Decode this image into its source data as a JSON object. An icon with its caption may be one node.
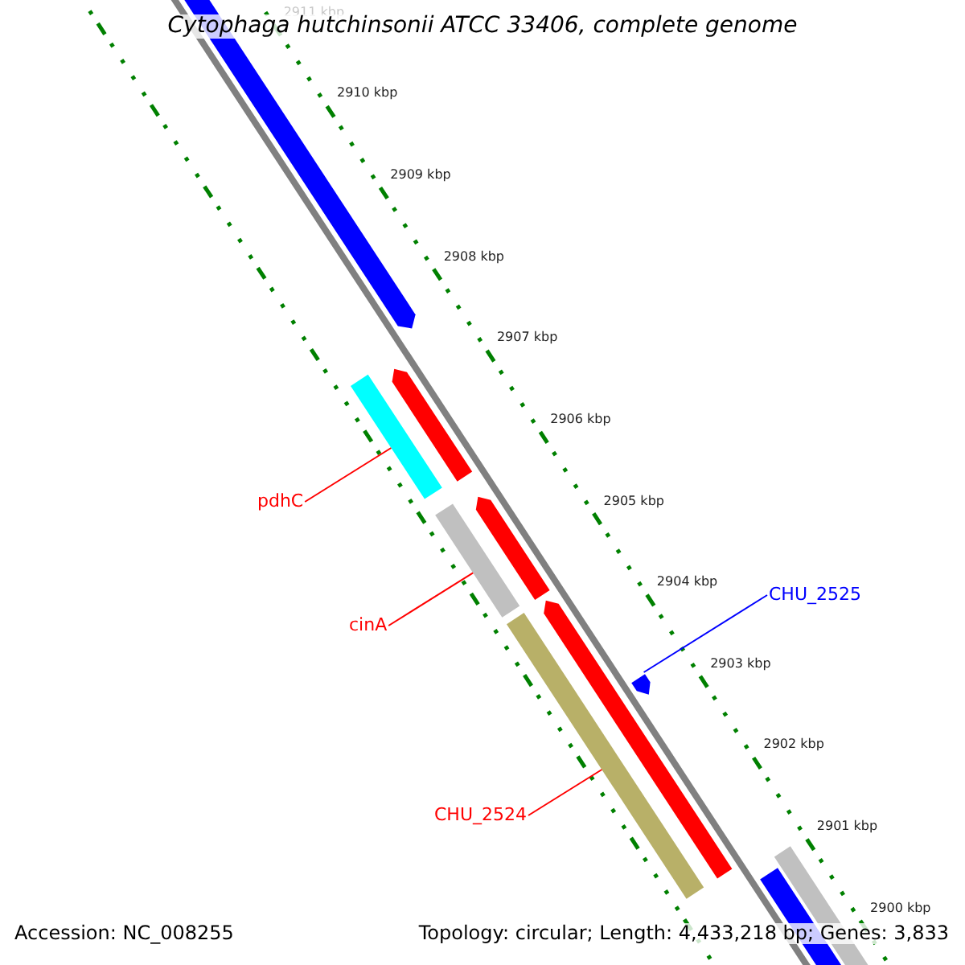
{
  "diagram": {
    "title": "Cytophaga hutchinsonii ATCC 33406, complete genome",
    "nodes": [
      {
        "text": [
          "pdhC"
        ]
      },
      {
        "text": [],
        "shape": "bar"
      },
      {
        "text": [
          "cinA"
        ]
      },
      {
        "text": [],
        "shape": "bar"
      },
      {
        "text": [
          "CHU_2525"
        ]
      },
      {
        "text": [],
        "shape": "arrow"
      },
      {
        "text": [
          "CHU_2524"
        ]
      },
      {
        "text": [],
        "shape": "bar"
      }
    ],
    "edges": [
      {
        "from": 0,
        "to": 1,
        "arrow": "none"
      },
      {
        "from": 2,
        "to": 3,
        "arrow": "none"
      },
      {
        "from": 4,
        "to": 5,
        "arrow": "none",
        "color": "#0000ff"
      },
      {
        "from": 6,
        "to": 7,
        "arrow": "none"
      }
    ],
    "labels": [
      "2911 kbp",
      "2910 kbp",
      "2909 kbp",
      "2908 kbp",
      "2907 kbp",
      "2906 kbp",
      "2905 kbp",
      "2904 kbp",
      "2903 kbp",
      "2902 kbp",
      "2901 kbp",
      "2900 kbp",
      "Accession: NC_008255",
      "Topology: circular; Length: 4,433,218 bp; Genes: 3,833"
    ]
  }
}
